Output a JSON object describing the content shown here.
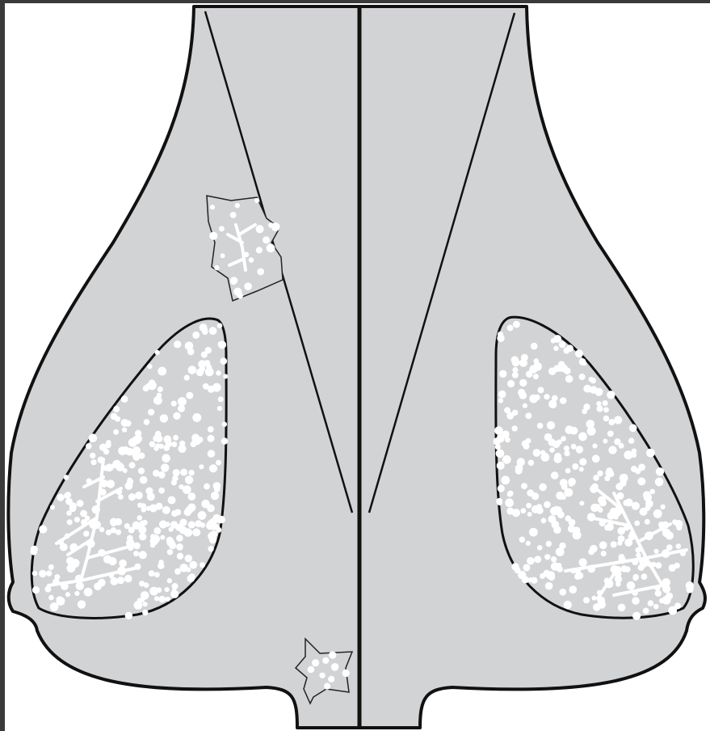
{
  "figure": {
    "kind": "anatomical-schematic",
    "text_labels": [],
    "colors": {
      "frame": "#3a3a3a",
      "background": "#ffffff",
      "body_fill": "#d2d3d5",
      "outline": "#111111",
      "dot_fill": "#ffffff"
    },
    "regions": [
      {
        "id": "left-tissue-region",
        "pattern": "dots-and-branches"
      },
      {
        "id": "right-tissue-region",
        "pattern": "dots-and-branches"
      },
      {
        "id": "upper-star-lesion",
        "pattern": "dots-and-branches"
      },
      {
        "id": "lower-star-lesion",
        "pattern": "dots"
      }
    ]
  }
}
